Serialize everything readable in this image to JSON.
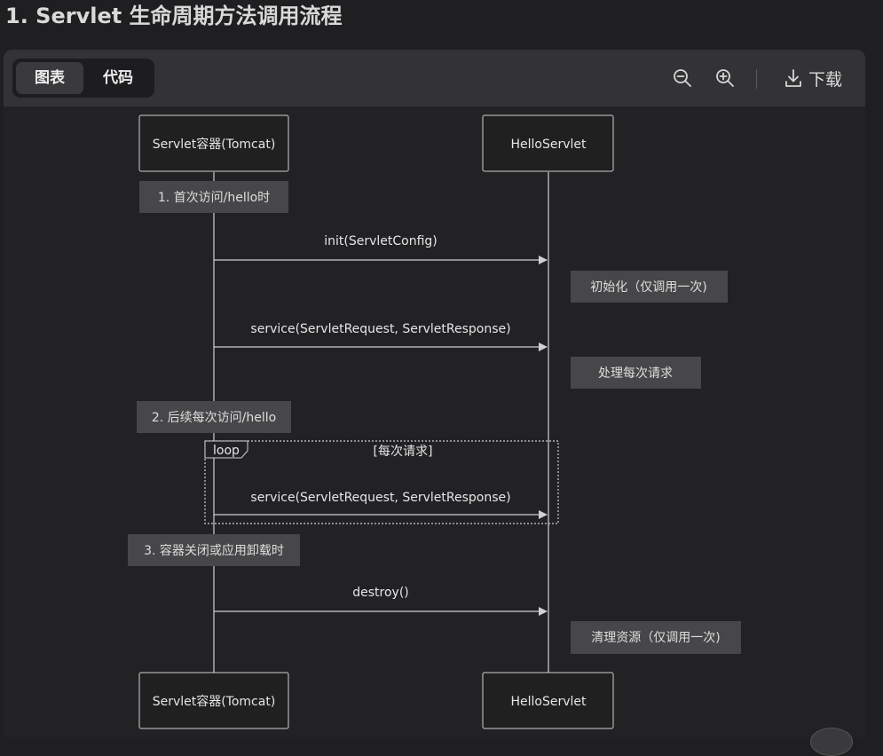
{
  "page": {
    "title": "1. Servlet 生命周期方法调用流程"
  },
  "toolbar": {
    "tabs": [
      {
        "label": "图表",
        "active": true
      },
      {
        "label": "代码",
        "active": false
      }
    ],
    "zoom_out_icon": "zoom-out-icon",
    "zoom_in_icon": "zoom-in-icon",
    "download_label": "下载"
  },
  "diagram": {
    "participants": [
      {
        "id": "container",
        "label": "Servlet容器(Tomcat)"
      },
      {
        "id": "servlet",
        "label": "HelloServlet"
      }
    ],
    "notes": [
      {
        "id": "n1",
        "text": "1. 首次访问/hello时"
      },
      {
        "id": "n2",
        "text": "初始化（仅调用一次)"
      },
      {
        "id": "n3",
        "text": "处理每次请求"
      },
      {
        "id": "n4",
        "text": "2. 后续每次访问/hello"
      },
      {
        "id": "n5",
        "text": "3. 容器关闭或应用卸载时"
      },
      {
        "id": "n6",
        "text": "清理资源（仅调用一次)"
      }
    ],
    "messages": [
      {
        "id": "m1",
        "text": "init(ServletConfig)"
      },
      {
        "id": "m2",
        "text": "service(ServletRequest, ServletResponse)"
      },
      {
        "id": "m3",
        "text": "service(ServletRequest, ServletResponse)"
      },
      {
        "id": "m4",
        "text": "destroy()"
      }
    ],
    "loop": {
      "keyword": "loop",
      "condition": "[每次请求]"
    }
  },
  "colors": {
    "background": "#222225",
    "toolbar": "#333336",
    "note_fill": "#474749",
    "box_fill": "#1f201f",
    "line": "#d0d0d0"
  }
}
